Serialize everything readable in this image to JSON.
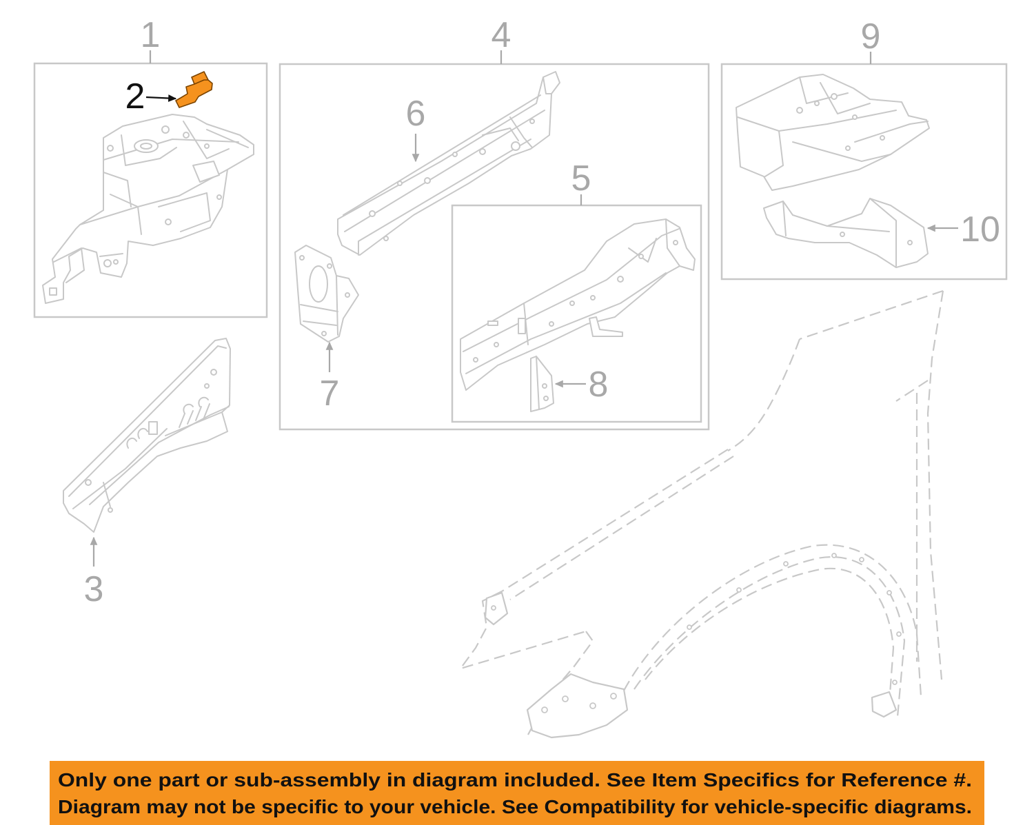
{
  "diagram": {
    "callouts": {
      "n1": "1",
      "n2": "2",
      "n3": "3",
      "n4": "4",
      "n5": "5",
      "n6": "6",
      "n7": "7",
      "n8": "8",
      "n9": "9",
      "n10": "10"
    }
  },
  "banner": {
    "line1": "Only one part or sub-assembly in diagram included. See Item Specifics for Reference #.",
    "line2": "Diagram may not be specific to your vehicle. See Compatibility for vehicle-specific diagrams."
  },
  "colors": {
    "line": "#c8c8c8",
    "callout": "#a8a8a8",
    "highlight": "#f5921e",
    "banner_background": "#f5921e",
    "banner_text": "#111111"
  }
}
